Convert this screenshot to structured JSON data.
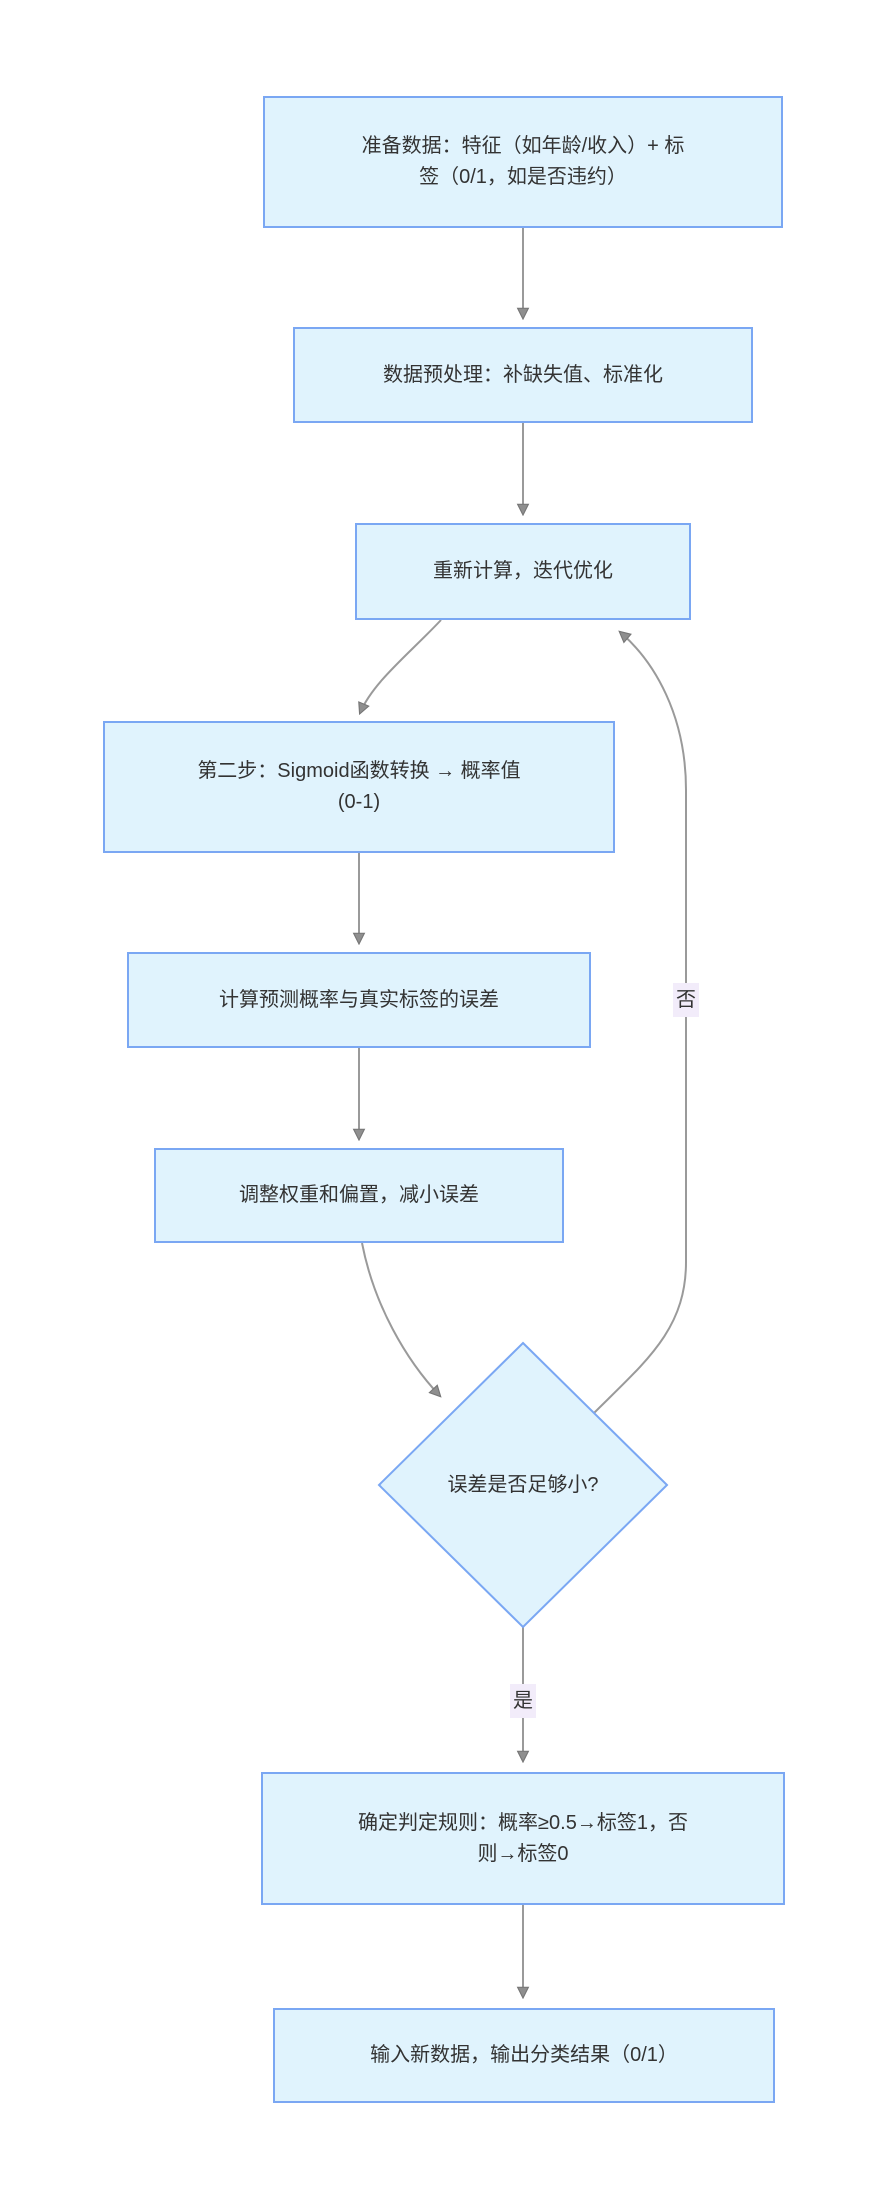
{
  "flowchart": {
    "type": "flowchart",
    "nodes": {
      "prepare_data": {
        "lines": [
          "准备数据：特征（如年龄/收入）+ 标",
          "签（0/1，如是否违约）"
        ]
      },
      "preprocess": {
        "lines": [
          "数据预处理：补缺失值、标准化"
        ]
      },
      "recompute": {
        "lines": [
          "重新计算，迭代优化"
        ]
      },
      "sigmoid": {
        "lines": [
          "第二步：Sigmoid函数转换 → 概率值",
          "(0-1)"
        ]
      },
      "compute_error": {
        "lines": [
          "计算预测概率与真实标签的误差"
        ]
      },
      "adjust": {
        "lines": [
          "调整权重和偏置，减小误差"
        ]
      },
      "decision": {
        "lines": [
          "误差是否足够小?"
        ]
      },
      "rule": {
        "lines": [
          "确定判定规则：概率≥0.5→标签1，否",
          "则→标签0"
        ]
      },
      "predict": {
        "lines": [
          "输入新数据，输出分类结果（0/1）"
        ]
      }
    },
    "edge_labels": {
      "no": "否",
      "yes": "是"
    },
    "colors": {
      "node_fill": "#e0f3fd",
      "node_border": "#7aa7f3",
      "edge_line": "#9a9a9a",
      "edge_label_bg": "#f2ecfa",
      "text": "#333333"
    }
  }
}
